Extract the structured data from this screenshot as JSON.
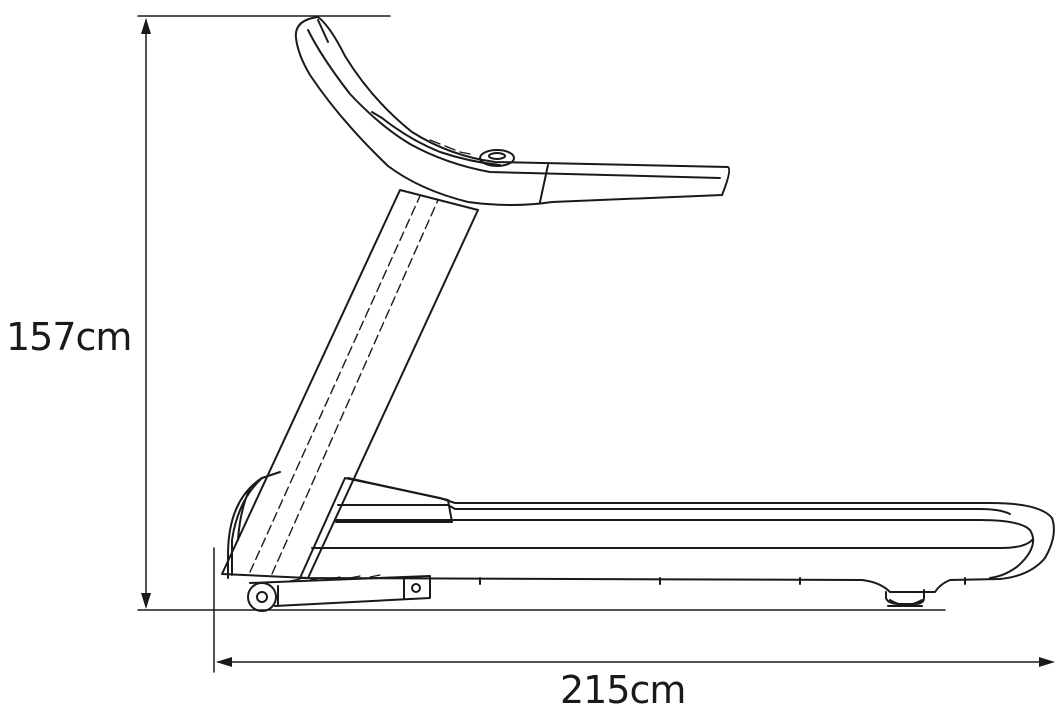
{
  "dimensions": {
    "height": {
      "label": "157cm",
      "value": 157,
      "unit": "cm"
    },
    "length": {
      "label": "215cm",
      "value": 215,
      "unit": "cm"
    }
  },
  "colors": {
    "line": "#1a1a1a",
    "background": "#ffffff"
  }
}
